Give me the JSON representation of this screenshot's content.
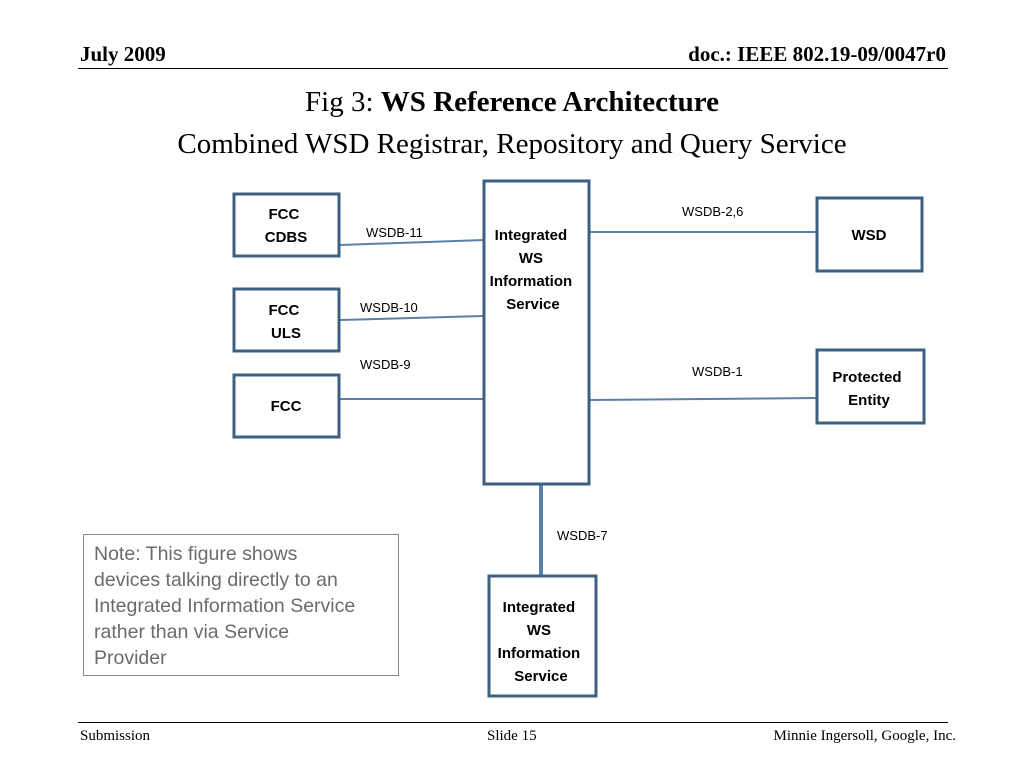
{
  "header": {
    "date": "July 2009",
    "doc_id": "doc.: IEEE 802.19-09/0047r0"
  },
  "title": {
    "prefix": "Fig 3: ",
    "bold": "WS Reference Architecture",
    "subtitle": "Combined WSD Registrar, Repository and Query Service"
  },
  "diagram": {
    "nodes": {
      "fcc_cdbs": [
        "FCC",
        "CDBS"
      ],
      "fcc_uls": [
        "FCC",
        "ULS"
      ],
      "fcc": [
        "FCC"
      ],
      "integrated_main": [
        "Integrated",
        "WS",
        "Information",
        "Service"
      ],
      "wsd": [
        "WSD"
      ],
      "protected_entity": [
        "Protected",
        "Entity"
      ],
      "integrated_bottom": [
        "Integrated",
        "WS",
        "Information",
        "Service"
      ]
    },
    "links": {
      "wsdb11": "WSDB-11",
      "wsdb10": "WSDB-10",
      "wsdb9": "WSDB-9",
      "wsdb26": "WSDB-2,6",
      "wsdb1": "WSDB-1",
      "wsdb7": "WSDB-7"
    },
    "colors": {
      "box_border": "#3c5f82",
      "connector": "#5b80a8"
    }
  },
  "note": {
    "lines": [
      "Note: This figure shows",
      "devices talking directly to an",
      "Integrated Information Service",
      "rather than via Service",
      "Provider"
    ]
  },
  "footer": {
    "left": "Submission",
    "center": "Slide 15",
    "right": "Minnie Ingersoll, Google, Inc."
  }
}
